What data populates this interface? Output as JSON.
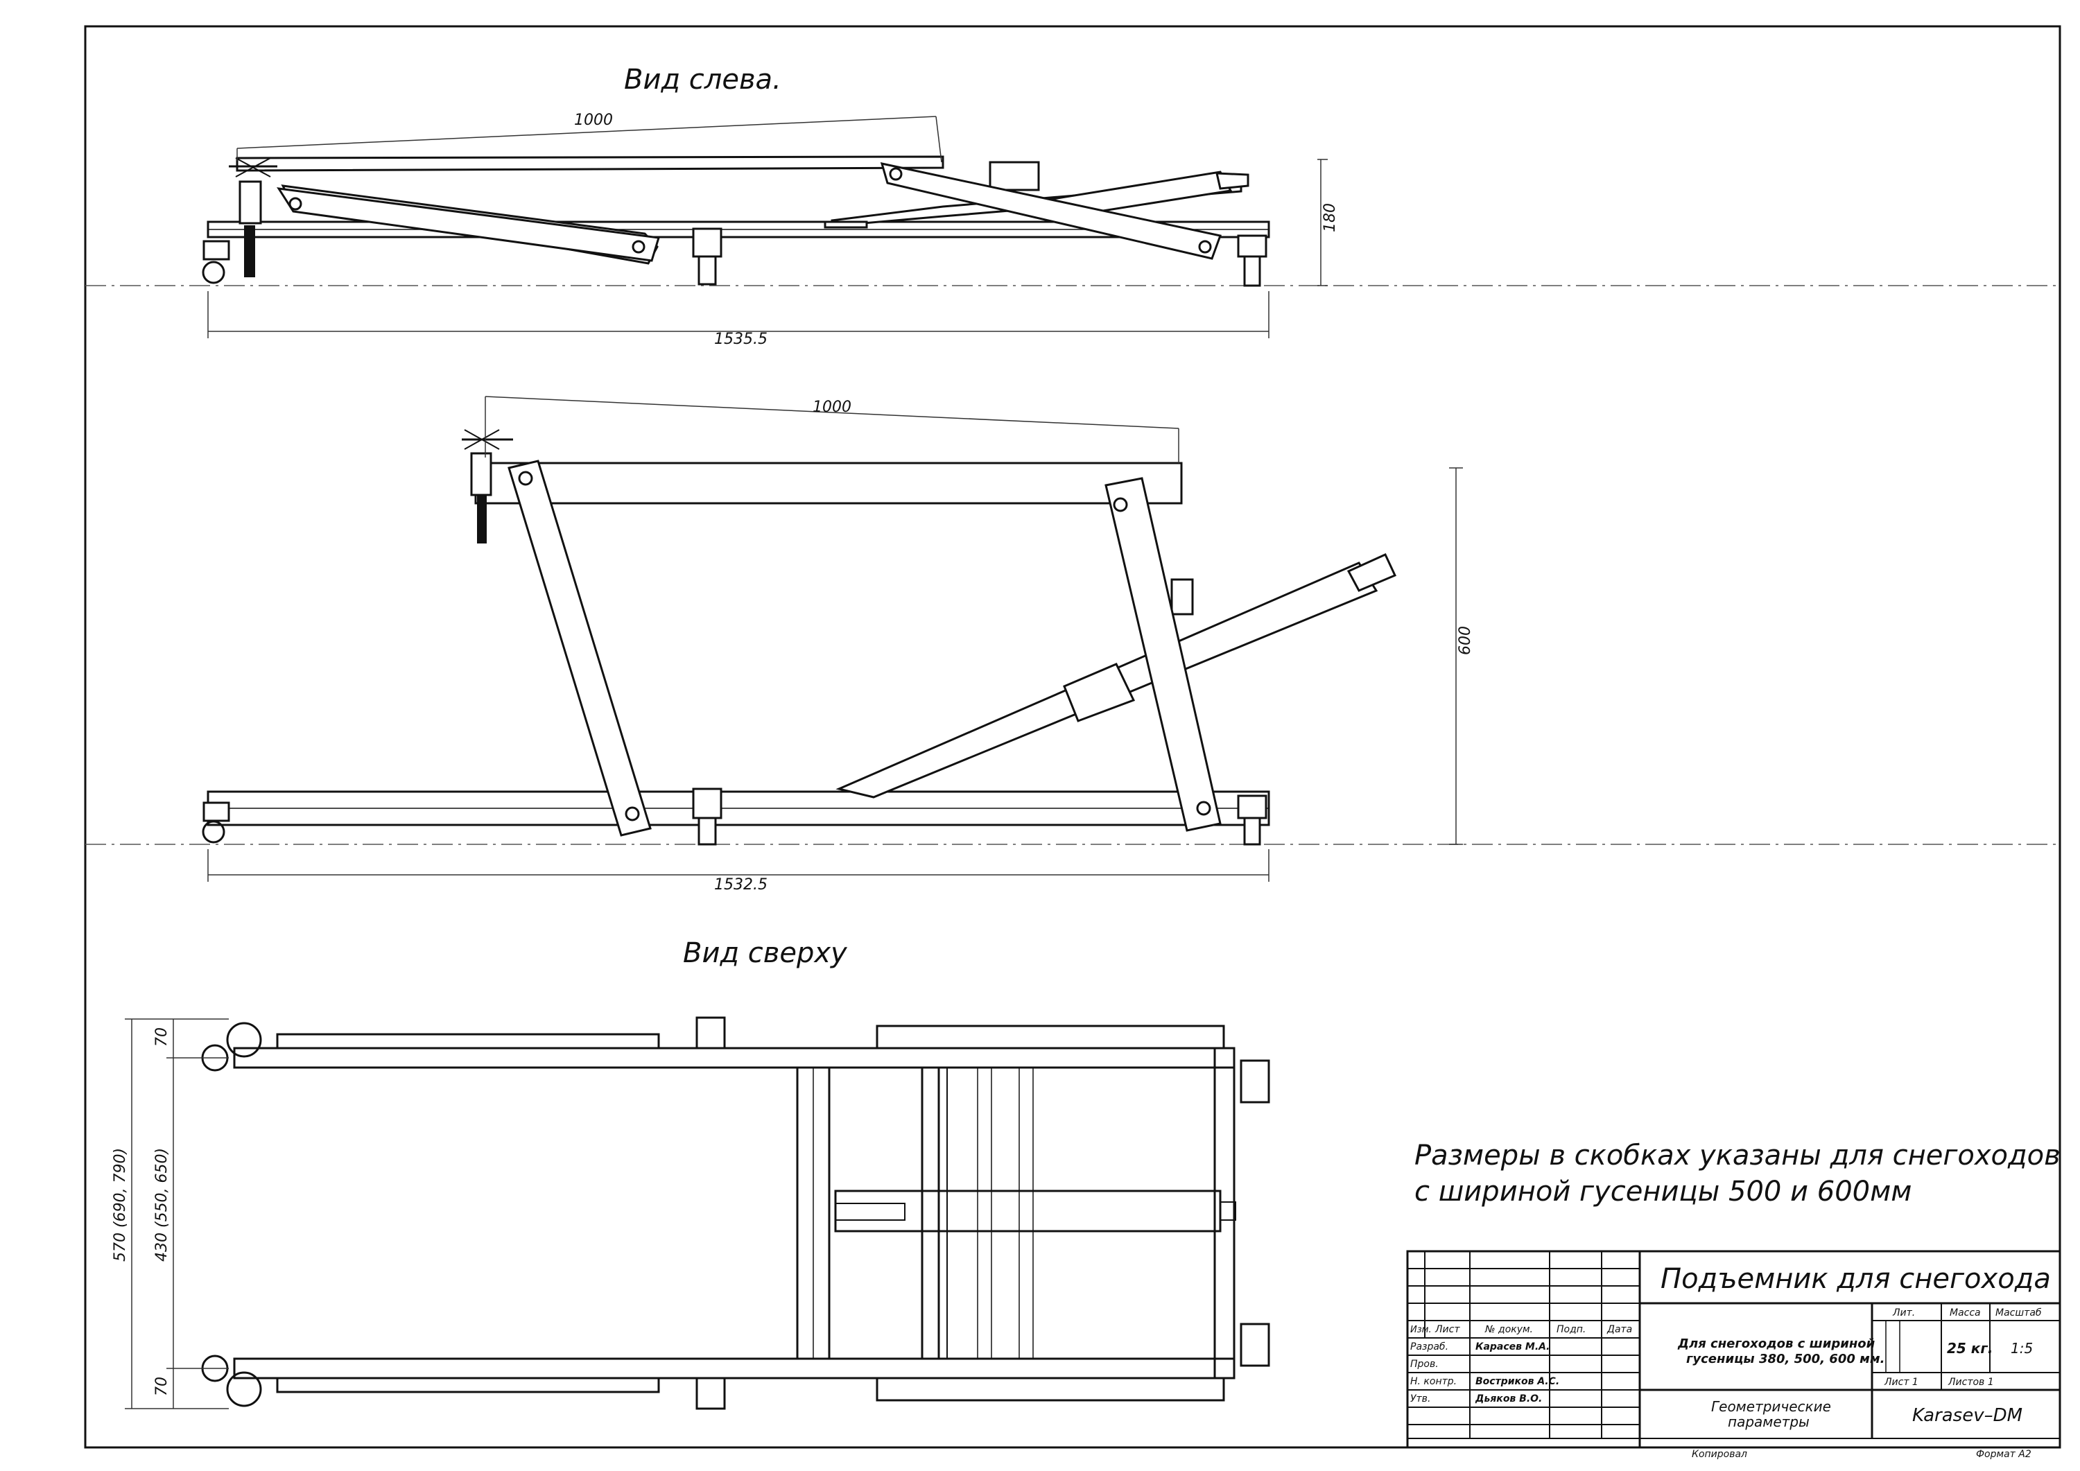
{
  "views": {
    "side_left_title": "Вид слева.",
    "top_title": "Вид сверху"
  },
  "dimensions": {
    "side1_top_length": "1000",
    "side1_height": "180",
    "side1_base_length": "1535.5",
    "side2_top_length": "1000",
    "side2_height": "600",
    "side2_base_length": "1532.5",
    "top_left_70_upper": "70",
    "top_left_70_lower": "70",
    "top_total_width": "570 (690, 790)",
    "top_inner_width": "430 (550, 650)"
  },
  "note": {
    "line1": "Размеры в скобках указаны для снегоходов",
    "line2": "с шириной гусеницы 500 и 600мм"
  },
  "title_block": {
    "product_name": "Подъемник для снегохода",
    "description_line1": "Для снегоходов с шириной",
    "description_line2": "гусеницы 380, 500, 600 мм.",
    "doc_name_line1": "Геометрические",
    "doc_name_line2": "параметры",
    "col_izm": "Изм.",
    "col_list": "Лист",
    "col_docnum": "№ докум.",
    "col_sign": "Подп.",
    "col_date": "Дата",
    "role_dev": "Разраб.",
    "role_check": "Пров.",
    "role_ncontrol": "Н. контр.",
    "role_approve": "Утв.",
    "name_dev": "Карасев М.А.",
    "name_ncontrol": "Востриков А.С.",
    "name_approve": "Дьяков В.О.",
    "hdr_lit": "Лит.",
    "hdr_mass": "Масса",
    "hdr_scale": "Масштаб",
    "mass_value": "25 кг.",
    "scale_value": "1:5",
    "sheet_label": "Лист 1",
    "sheets_label": "Листов 1",
    "organization": "Karasev–DM",
    "copied": "Копировал",
    "format": "Формат А2"
  }
}
